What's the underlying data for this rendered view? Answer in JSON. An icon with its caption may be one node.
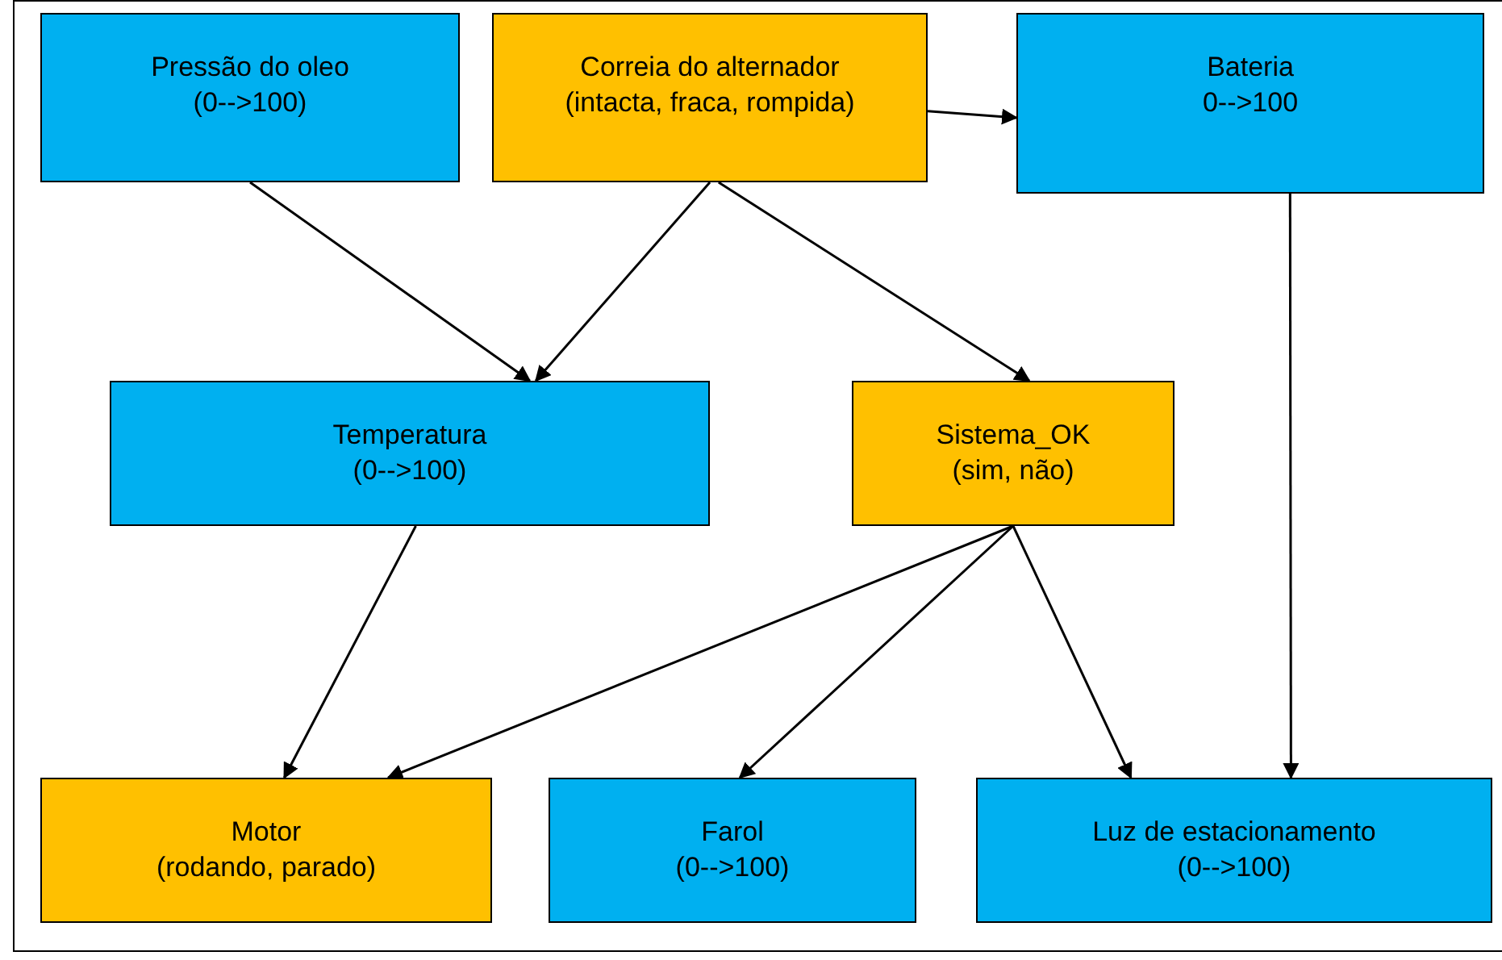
{
  "diagram": {
    "nodes": [
      {
        "text": [
          "Pressão do oleo",
          "(0-->100)"
        ]
      },
      {
        "text": [
          "Correia do alternador",
          "(intacta, fraca, rompida)"
        ]
      },
      {
        "text": [
          "Bateria",
          "0-->100"
        ]
      },
      {
        "text": [
          "Temperatura",
          "(0-->100)"
        ]
      },
      {
        "text": [
          "Sistema_OK",
          "(sim, não)"
        ]
      },
      {
        "text": [
          "Motor",
          "(rodando, parado)"
        ]
      },
      {
        "text": [
          "Farol",
          "(0-->100)"
        ]
      },
      {
        "text": [
          "Luz de estacionamento",
          "(0-->100)"
        ]
      }
    ],
    "edges": [
      {
        "from": 1,
        "to": 2,
        "arrow": "to"
      },
      {
        "from": 0,
        "to": 3,
        "arrow": "to"
      },
      {
        "from": 1,
        "to": 3,
        "arrow": "to"
      },
      {
        "from": 1,
        "to": 4,
        "arrow": "to"
      },
      {
        "from": 2,
        "to": 7,
        "arrow": "to"
      },
      {
        "from": 3,
        "to": 5,
        "arrow": "to"
      },
      {
        "from": 4,
        "to": 5,
        "arrow": "to"
      },
      {
        "from": 4,
        "to": 6,
        "arrow": "to"
      },
      {
        "from": 4,
        "to": 7,
        "arrow": "to"
      }
    ]
  }
}
